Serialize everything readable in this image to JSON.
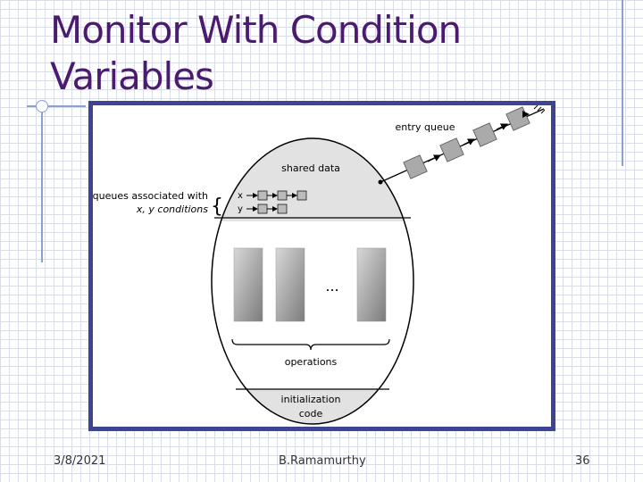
{
  "slide": {
    "title_line1": "Monitor With Condition",
    "title_line2": "Variables"
  },
  "diagram": {
    "entry_queue_label": "entry queue",
    "shared_data_label": "shared data",
    "queues_label_line1": "queues associated with",
    "queues_label_line2": "x, y conditions",
    "cond_x": "x",
    "cond_y": "y",
    "ellipsis": "...",
    "operations_label": "operations",
    "init_line1": "initialization",
    "init_line2": "code"
  },
  "footer": {
    "date": "3/8/2021",
    "author": "B.Ramamurthy",
    "page": "36"
  },
  "colors": {
    "title": "#4b1b6f",
    "frame": "#3d4593",
    "accent_lines": "#8aa2cf"
  }
}
